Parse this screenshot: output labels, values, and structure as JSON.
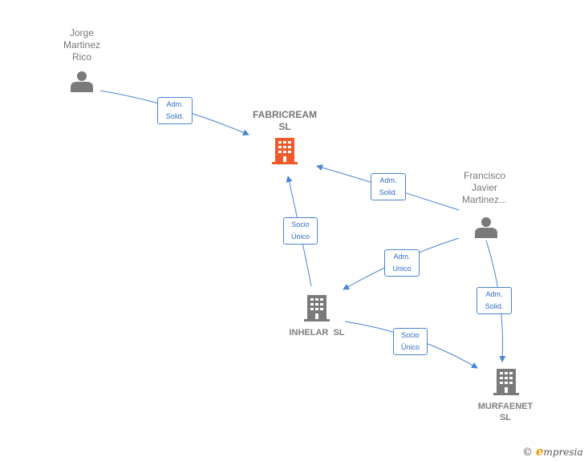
{
  "colors": {
    "edge": "#4a84d4",
    "person": "#7a7a7a",
    "company": "#7a7a7a",
    "focus": "#f05a2b"
  },
  "nodes": {
    "jorge": {
      "name_lines": [
        "Jorge",
        "Martinez",
        "Rico"
      ],
      "icon": "person-icon"
    },
    "fabricream": {
      "name_lines": [
        "FABRICREAM",
        "SL"
      ],
      "icon": "building-icon"
    },
    "francisco": {
      "name_lines": [
        "Francisco",
        "Javier",
        "Martinez..."
      ],
      "icon": "person-icon"
    },
    "inhelar": {
      "name_lines": [
        "INHELAR  SL"
      ],
      "icon": "building-icon"
    },
    "murfaenet": {
      "name_lines": [
        "MURFAENET",
        "SL"
      ],
      "icon": "building-icon"
    }
  },
  "edges": {
    "jorge_fabricream": [
      "Adm.",
      "Solid."
    ],
    "francisco_fabricream": [
      "Adm.",
      "Solid."
    ],
    "inhelar_fabricream": [
      "Socio",
      "Único"
    ],
    "francisco_inhelar": [
      "Adm.",
      "Unico"
    ],
    "francisco_murfaenet": [
      "Adm.",
      "Solid."
    ],
    "inhelar_murfaenet": [
      "Socio",
      "Único"
    ]
  },
  "brand": {
    "copyright": "©",
    "initial": "e",
    "rest": "mpresia"
  }
}
